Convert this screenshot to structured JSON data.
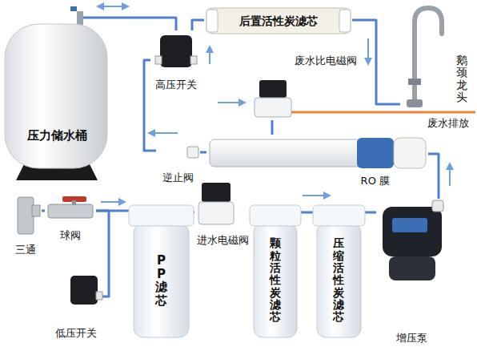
{
  "diagram": {
    "nodes": [
      {
        "text": [
          "后置活性炭滤芯"
        ]
      },
      {
        "text": [
          "压力储水桶"
        ]
      },
      {
        "text": [
          "高压开关"
        ]
      },
      {
        "text": [
          "鹅颈龙头"
        ]
      },
      {
        "text": [
          "废水比电磁阀"
        ]
      },
      {
        "text": [
          "RO 膜"
        ]
      },
      {
        "text": [
          "逆止阀"
        ]
      },
      {
        "text": [
          "进水电磁阀"
        ]
      },
      {
        "text": [
          "三通"
        ]
      },
      {
        "text": [
          "球阀"
        ]
      },
      {
        "text": [
          "PP滤芯"
        ]
      },
      {
        "text": [
          "颗粒活性炭滤芯"
        ]
      },
      {
        "text": [
          "压缩活性炭滤芯"
        ]
      },
      {
        "text": [
          "增压泵"
        ]
      },
      {
        "text": [
          "低压开关"
        ]
      }
    ],
    "edges": [
      {
        "from": 8,
        "to": 9,
        "arrow": "none"
      },
      {
        "from": 9,
        "to": 10,
        "arrow": "none"
      },
      {
        "from": 9,
        "to": 14,
        "arrow": "none"
      },
      {
        "from": 10,
        "to": 7,
        "arrow": "none"
      },
      {
        "from": 7,
        "to": 11,
        "arrow": "none"
      },
      {
        "from": 11,
        "to": 12,
        "arrow": "none"
      },
      {
        "from": 12,
        "to": 13,
        "arrow": "none"
      },
      {
        "from": 13,
        "to": 5,
        "arrow": "none"
      },
      {
        "from": 5,
        "to": 6,
        "arrow": "none"
      },
      {
        "from": 6,
        "to": 2,
        "arrow": "none"
      },
      {
        "from": 2,
        "to": 1,
        "arrow": "none"
      },
      {
        "from": 2,
        "to": 0,
        "arrow": "none"
      },
      {
        "from": 0,
        "to": 3,
        "arrow": "none"
      },
      {
        "from": 5,
        "to": 4,
        "arrow": "none"
      }
    ],
    "labels": [
      "废水排放"
    ]
  }
}
